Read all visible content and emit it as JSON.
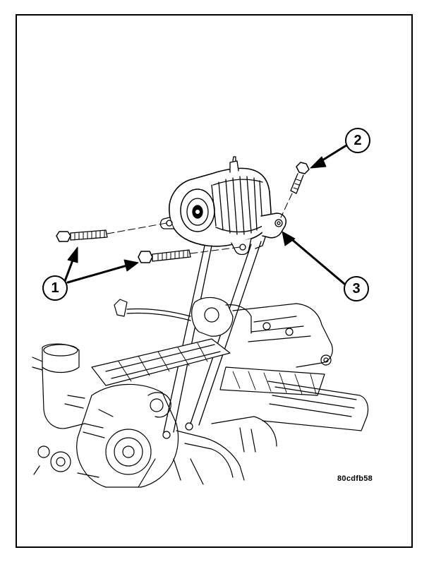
{
  "figure": {
    "callouts": [
      {
        "id": "1",
        "label": "1"
      },
      {
        "id": "2",
        "label": "2"
      },
      {
        "id": "3",
        "label": "3"
      }
    ],
    "figure_code": "80cdfb58"
  }
}
